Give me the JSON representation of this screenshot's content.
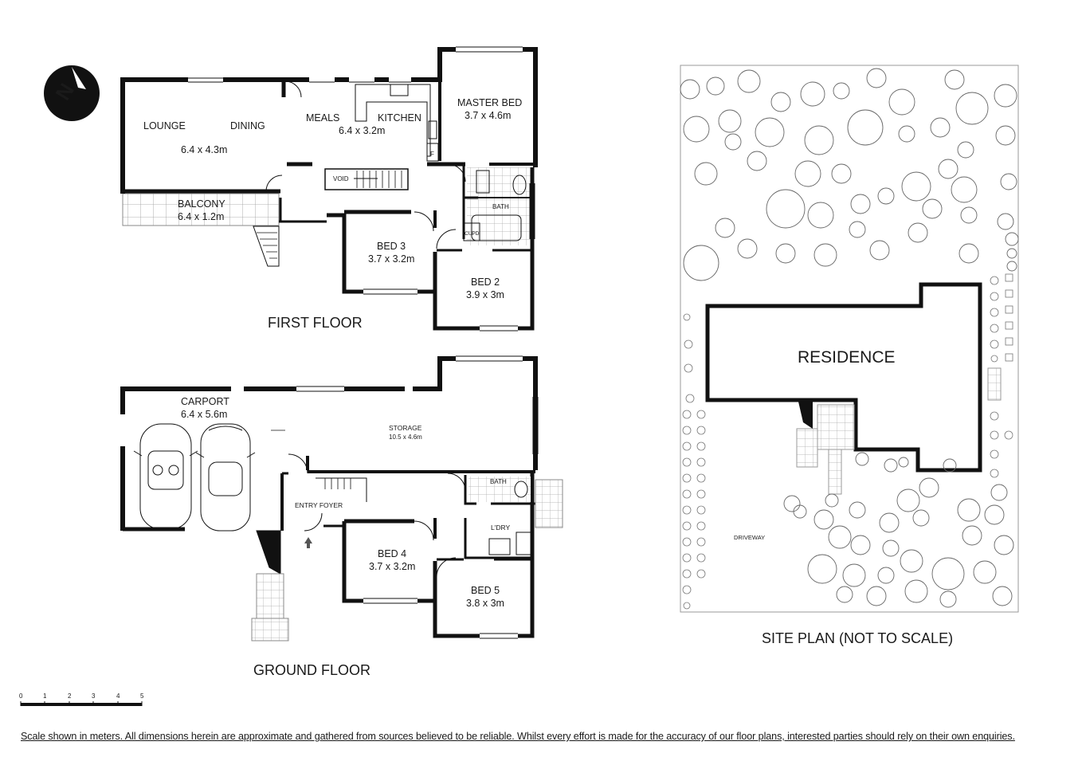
{
  "compass": {
    "letter": "N"
  },
  "first_floor": {
    "title": "FIRST FLOOR",
    "rooms": {
      "lounge": "LOUNGE",
      "dining": "DINING",
      "lounge_dims": "6.4 x 4.3m",
      "meals": "MEALS",
      "kitchen": "KITCHEN",
      "meals_dims": "6.4 x 3.2m",
      "fridge": "F",
      "master_bed": "MASTER BED",
      "master_bed_dims": "3.7 x 4.6m",
      "void": "VOID",
      "balcony": "BALCONY",
      "balcony_dims": "6.4 x 1.2m",
      "bath": "BATH",
      "cupd": "CUPD",
      "bed3": "BED 3",
      "bed3_dims": "3.7 x 3.2m",
      "bed2": "BED 2",
      "bed2_dims": "3.9 x 3m"
    }
  },
  "ground_floor": {
    "title": "GROUND FLOOR",
    "rooms": {
      "carport": "CARPORT",
      "carport_dims": "6.4 x 5.6m",
      "storage": "STORAGE",
      "storage_dims": "10.5 x 4.6m",
      "bath": "BATH",
      "entry_foyer": "ENTRY FOYER",
      "laundry": "L'DRY",
      "bed4": "BED 4",
      "bed4_dims": "3.7 x 3.2m",
      "bed5": "BED 5",
      "bed5_dims": "3.8 x 3m"
    }
  },
  "site_plan": {
    "title": "SITE PLAN (NOT TO SCALE)",
    "residence": "RESIDENCE",
    "driveway": "DRIVEWAY"
  },
  "scale_bar": {
    "ticks": [
      "0",
      "1",
      "2",
      "3",
      "4",
      "5"
    ]
  },
  "disclaimer": "Scale shown in meters. All dimensions herein are approximate and gathered from sources believed to be  reliable. Whilst every effort is made for the accuracy of our floor plans, interested parties should rely on their own enquiries."
}
